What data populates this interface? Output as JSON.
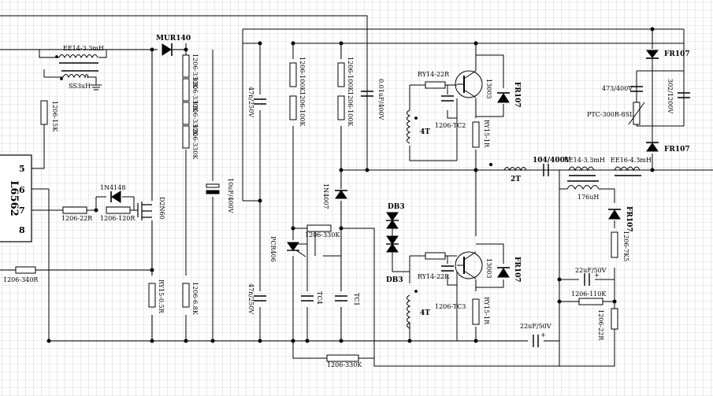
{
  "schematic": {
    "ic": {
      "name": "L6562",
      "pins": [
        "5",
        "6",
        "7",
        "8"
      ]
    },
    "components": {
      "pfc_inductor": "EE14-3.3mH",
      "aux_winding": "SS3uH",
      "r_zcd": "1206-15K",
      "boost_diode": "MUR140",
      "r_div_1": "1206-330K",
      "r_div_2": "1206-330K",
      "r_div_3": "1206-330K",
      "r_div_4": "1206-330K",
      "r_sense": "RY15-0.5R",
      "r_div_low": "1206-6.8K",
      "bulk_cap": "10uF/400V",
      "d_gate": "1N4148",
      "r_gate_a": "1206-22R",
      "r_gate_b": "1206-120R",
      "mosfet": "D2N60",
      "r_comp": "1206-340R",
      "cap_top": "47n/250V",
      "cap_bottom": "47n/250V",
      "r_tr_a": "1206-100K",
      "r_tr_b": "1206-100K",
      "r_mid_a": "1206-100K",
      "r_mid_b": "1206-100K",
      "cap_mid": "0.01uF/400V",
      "d_mid": "1N4007",
      "scr": "PCR406",
      "r_scr": "1206-330K",
      "cap_tc4": "TC4",
      "cap_tc1": "TC1",
      "r_bot": "1206-330K",
      "diac_top": "DB3",
      "diac_bot": "DB3",
      "r_base_top": "RY14-22R",
      "cap_top_base": "1206-TC2",
      "drive_top": "4T",
      "q_top": "13003",
      "d_top": "FR107",
      "r_emit_top": "RY15-1R",
      "r_base_bot": "RY14-22R",
      "cap_bot_base": "1206-TC3",
      "drive_bot": "4T",
      "q_bot": "13003",
      "d_bot": "FR107",
      "r_emit_bot": "RY15-1R",
      "l_2t": "2T",
      "c_out": "104/400V",
      "l_out_a": "EE14-3.3mH",
      "l_out_b": "EE16-4.3mH",
      "l_176": "176uH",
      "d_right_top": "FR107",
      "d_right_bot": "FR107",
      "c_473": "473/400V",
      "c_302": "302/1200V",
      "ptc": "PTC-300R-8SL",
      "d_fb": "FR107",
      "r_fb": "1206-7K5",
      "c_22_a": "22uF/50V",
      "r_110k": "1206-110K",
      "r_22r": "1206-22R",
      "c_22_b": "22uF/50V"
    }
  }
}
